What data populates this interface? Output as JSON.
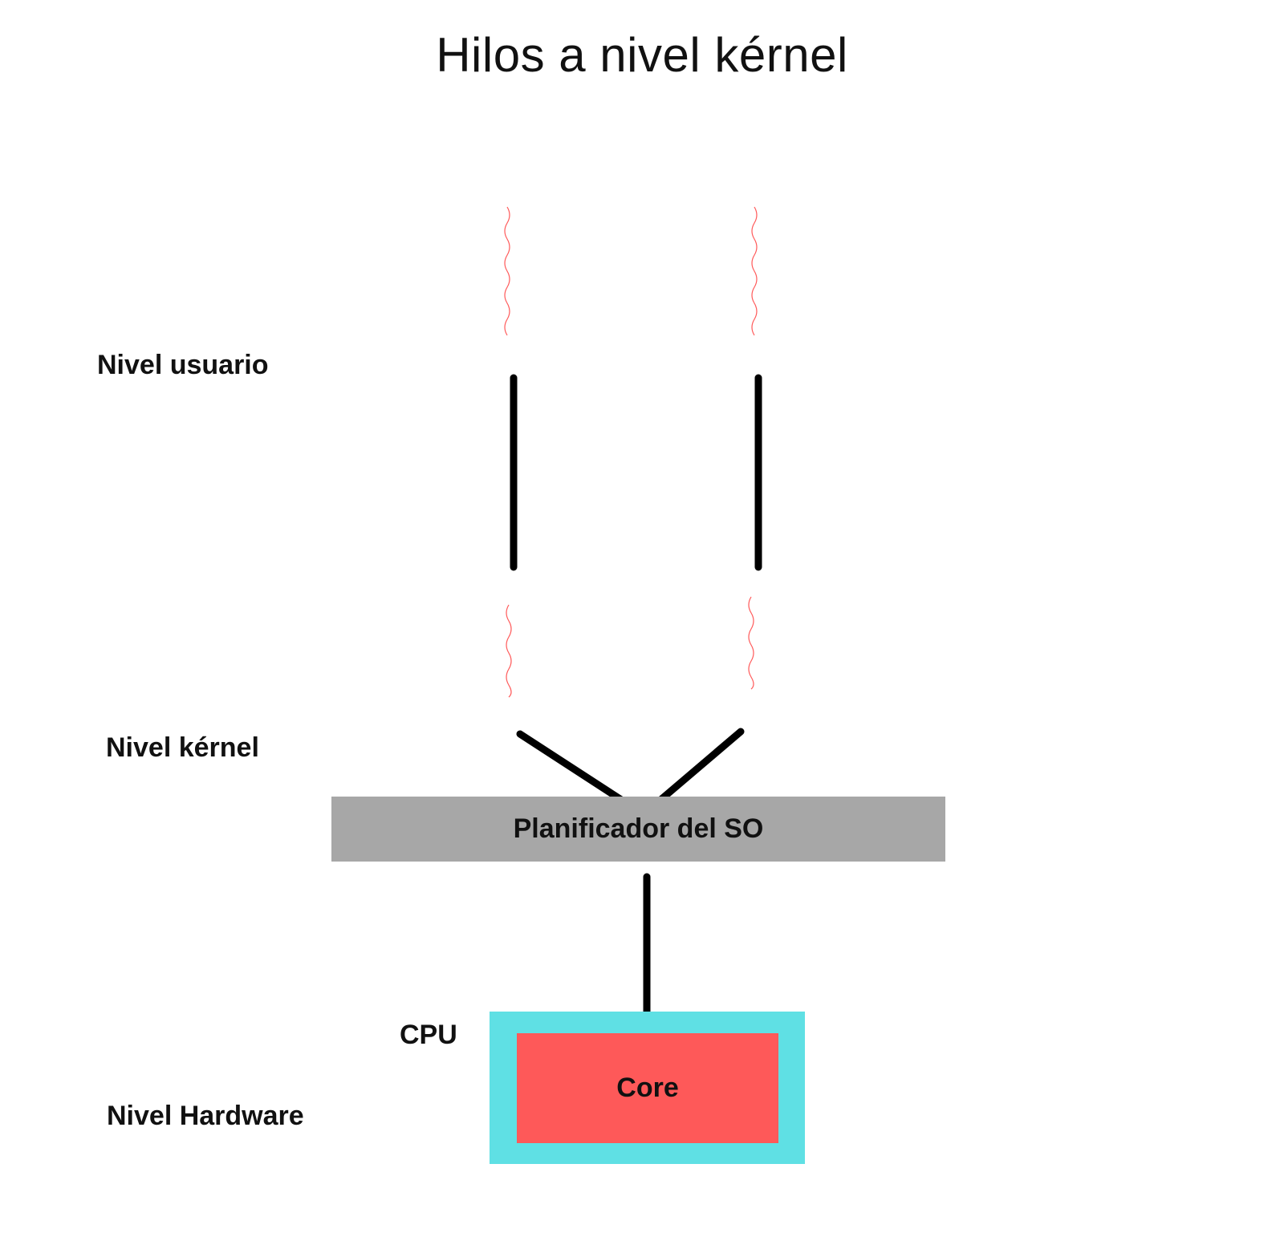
{
  "title": "Hilos a nivel kérnel",
  "levels": {
    "user": "Nivel usuario",
    "kernel": "Nivel kérnel",
    "hardware": "Nivel Hardware"
  },
  "scheduler_label": "Planificador del SO",
  "cpu_label": "CPU",
  "core_label": "Core",
  "colors": {
    "thread_wave": "#ff5a5a",
    "thread_line": "#000000",
    "scheduler_fill": "#a7a7a7",
    "cpu_fill": "#5fe0e4",
    "core_fill": "#fe5959"
  }
}
